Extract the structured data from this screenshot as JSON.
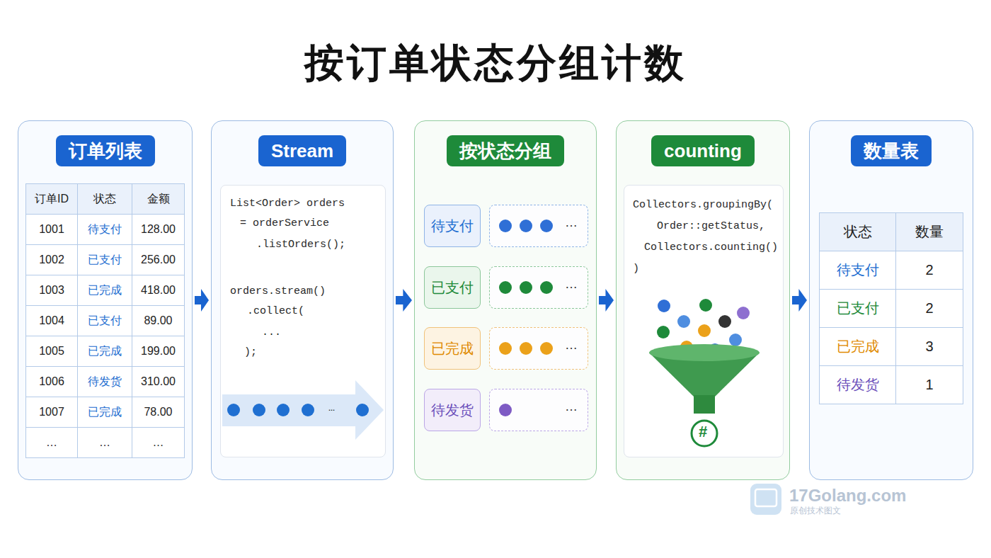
{
  "diagram": {
    "title": "按订单状态分组计数",
    "nodes": [
      {
        "text": [
          "订单列表"
        ]
      },
      {
        "text": [
          "Stream"
        ]
      },
      {
        "text": [
          "按状态分组"
        ]
      },
      {
        "text": [
          "counting"
        ]
      },
      {
        "text": [
          "数量表"
        ]
      },
      {
        "text": [
          "List<Order> orders",
          "= orderService",
          ".listOrders();",
          "orders.stream()",
          ".collect(",
          "...",
          ");",
          "…"
        ],
        "in": 1
      },
      {
        "text": [
          "待支付"
        ],
        "in": 2
      },
      {
        "text": [
          "已支付"
        ],
        "in": 2
      },
      {
        "text": [
          "已完成"
        ],
        "in": 2
      },
      {
        "text": [
          "待发货"
        ],
        "in": 2
      },
      {
        "text": [
          "…"
        ],
        "in": 2
      },
      {
        "text": [
          "…"
        ],
        "in": 2
      },
      {
        "text": [
          "…"
        ],
        "in": 2
      },
      {
        "text": [
          "…"
        ],
        "in": 2
      },
      {
        "text": [
          "Collectors.groupingBy(",
          "Order::getStatus,",
          "Collectors.counting()",
          ")"
        ],
        "in": 3
      }
    ],
    "edges": [
      {
        "from": 0,
        "to": 1,
        "arrow": "to"
      },
      {
        "from": 1,
        "to": 2,
        "arrow": "to"
      },
      {
        "from": 2,
        "to": 3,
        "arrow": "to"
      },
      {
        "from": 3,
        "to": 4,
        "arrow": "to"
      }
    ],
    "labels": [
      "订单ID",
      "状态",
      "金额",
      "1001",
      "待支付",
      "128.00",
      "1002",
      "已支付",
      "256.00",
      "1003",
      "已完成",
      "418.00",
      "1004",
      "已支付",
      "89.00",
      "1005",
      "已完成",
      "199.00",
      "1006",
      "待发货",
      "310.00",
      "1007",
      "已完成",
      "78.00",
      "…",
      "…",
      "…",
      "状态",
      "数量",
      "待支付",
      "2",
      "已支付",
      "2",
      "已完成",
      "3",
      "待发货",
      "1",
      "17Golang.com",
      "原创技术图文",
      "#"
    ]
  }
}
